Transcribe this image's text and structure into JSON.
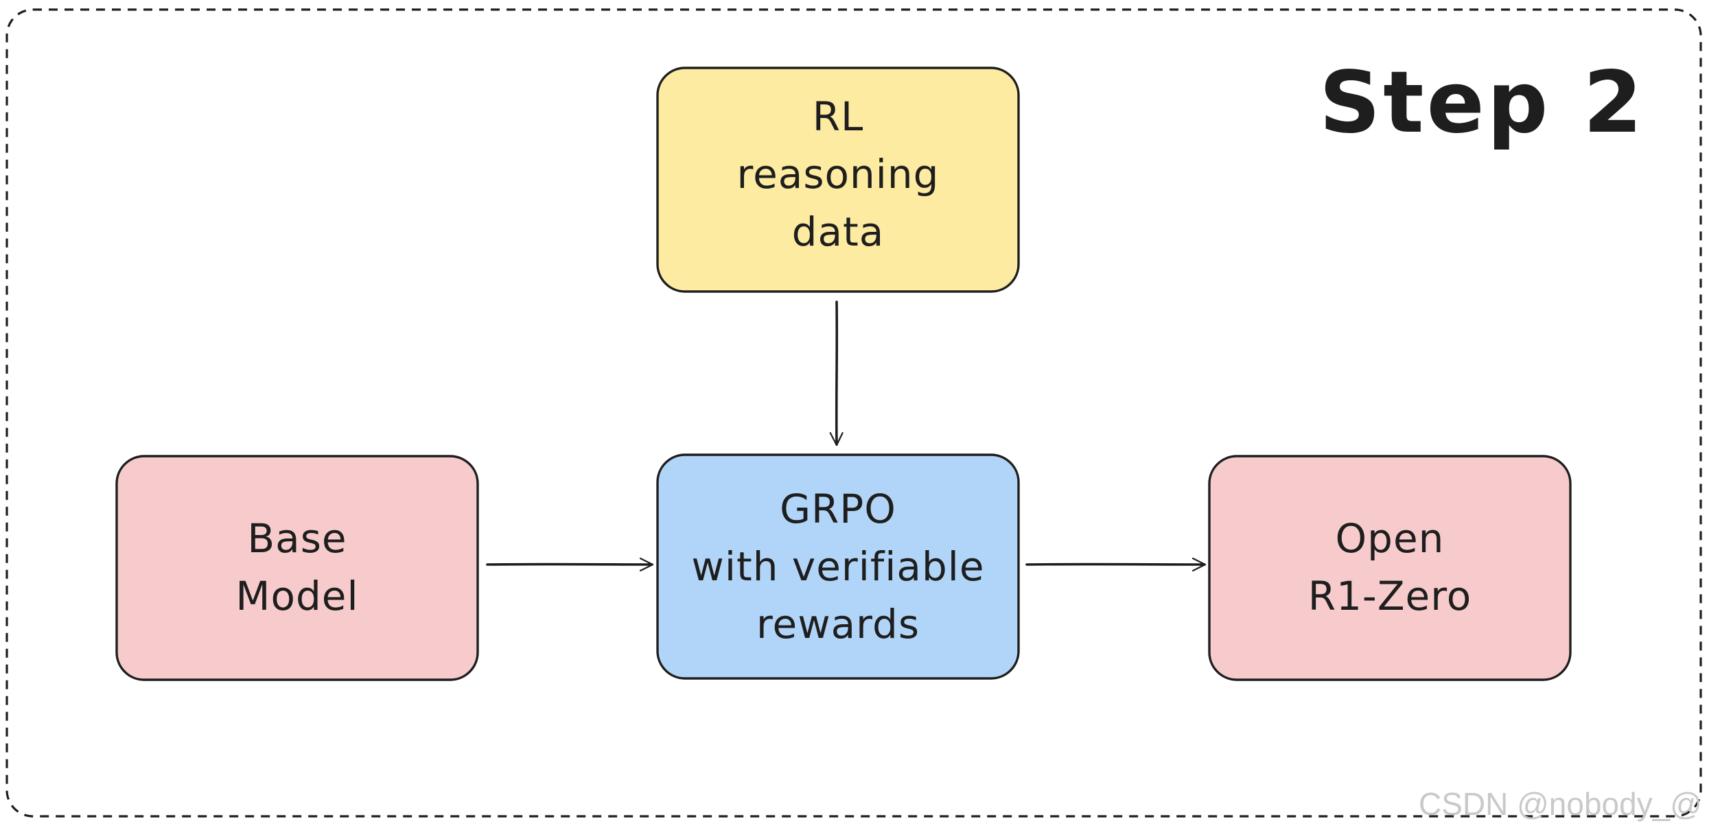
{
  "diagram": {
    "title": "Step 2",
    "nodes": [
      {
        "id": "rl-data",
        "lines": [
          "RL",
          "reasoning",
          "data"
        ],
        "fill": "#fdeba2"
      },
      {
        "id": "grpo",
        "lines": [
          "GRPO",
          "with verifiable",
          "rewards"
        ],
        "fill": "#b1d5f8"
      },
      {
        "id": "base-model",
        "lines": [
          "Base",
          "Model"
        ],
        "fill": "#f7cbcb"
      },
      {
        "id": "open-r1",
        "lines": [
          "Open",
          "R1-Zero"
        ],
        "fill": "#f7cbcb"
      }
    ],
    "edges": [
      {
        "from": "rl-data",
        "to": "grpo"
      },
      {
        "from": "base-model",
        "to": "grpo"
      },
      {
        "from": "grpo",
        "to": "open-r1"
      }
    ]
  },
  "watermark": "CSDN @nobody_@",
  "colors": {
    "stroke": "#1e1e1e",
    "frame_dash": "#1e1e1e"
  }
}
